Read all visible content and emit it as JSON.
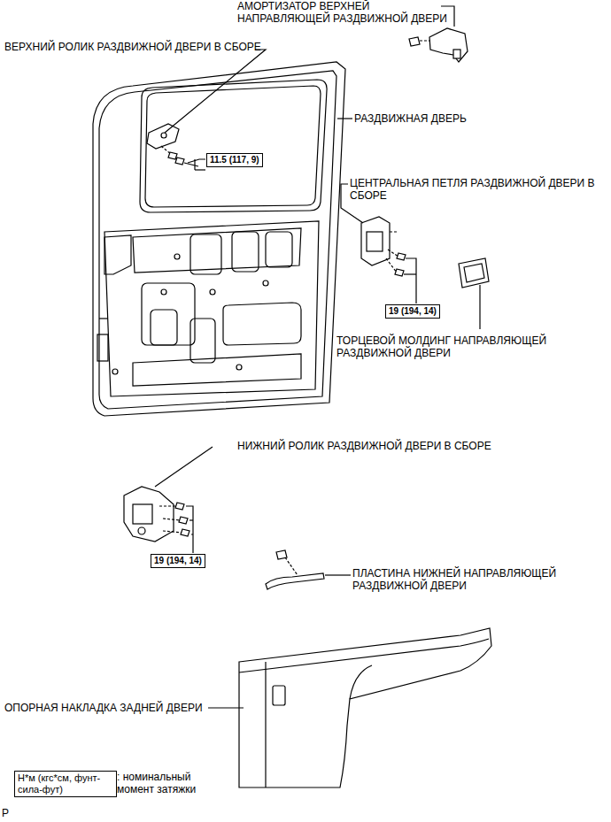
{
  "diagram": {
    "nodes": [
      {
        "text": [
          "11.5 (117, 9)"
        ]
      },
      {
        "text": [
          "19 (194, 14)"
        ]
      },
      {
        "text": [
          "19 (194, 14)"
        ]
      },
      {
        "text": [
          "Н*м (кгс*см, фунт-сила-фут)"
        ]
      }
    ],
    "labels": [
      "АМОРТИЗАТОР ВЕРХНЕЙ НАПРАВЛЯЮЩЕЙ РАЗДВИЖНОЙ ДВЕРИ",
      "ВЕРХНИЙ РОЛИК РАЗДВИЖНОЙ ДВЕРИ В СБОРЕ",
      "РАЗДВИЖНАЯ ДВЕРЬ",
      "ЦЕНТРАЛЬНАЯ ПЕТЛЯ РАЗДВИЖНОЙ ДВЕРИ В СБОРЕ",
      "ТОРЦЕВОЙ МОЛДИНГ НАПРАВЛЯЮЩЕЙ РАЗДВИЖНОЙ ДВЕРИ",
      "НИЖНИЙ РОЛИК РАЗДВИЖНОЙ ДВЕРИ В СБОРЕ",
      "ПЛАСТИНА НИЖНЕЙ НАПРАВЛЯЮЩЕЙ РАЗДВИЖНОЙ ДВЕРИ",
      "ОПОРНАЯ НАКЛАДКА ЗАДНЕЙ ДВЕРИ",
      ": номинальный момент затяжки",
      "P"
    ]
  }
}
